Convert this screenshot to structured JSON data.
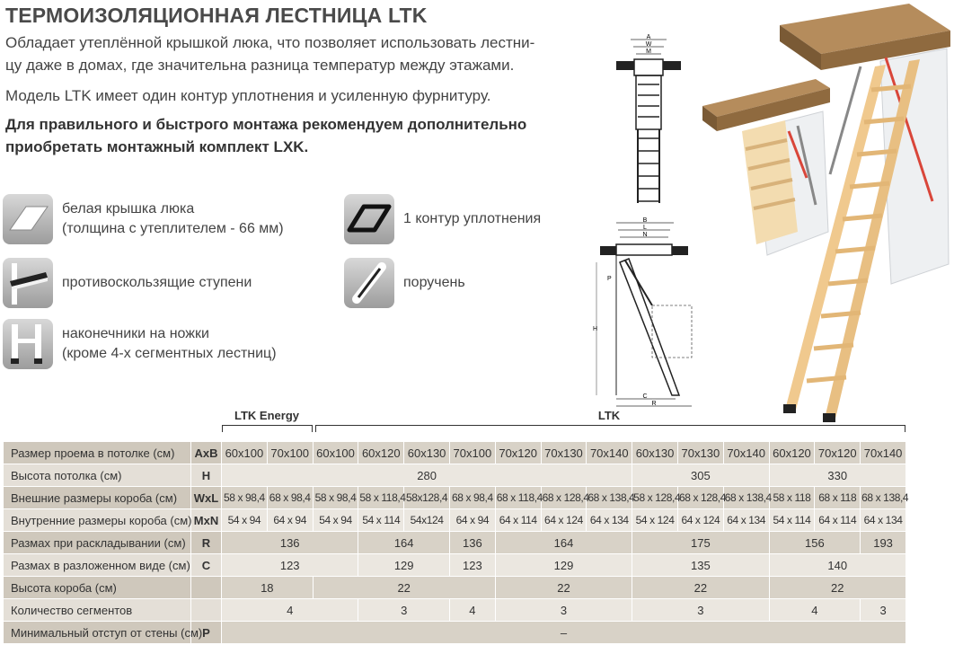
{
  "title": "ТЕРМОИЗОЛЯЦИОННАЯ ЛЕСТНИЦА LTK",
  "intro": {
    "line1": "Обладает утеплённой крышкой люка, что позволяет использовать лестни-",
    "line2": "цу даже в домах, где значительна разница температур между этажами.",
    "line3": "Модель LTK имеет один контур уплотнения и усиленную фурнитуру.",
    "line4": "Для правильного и быстрого монтажа рекомендуем дополнительно",
    "line5": "приобретать монтажный комплект LXK."
  },
  "features": [
    {
      "icon": "hatch-cover-icon",
      "line1": "белая крышка люка",
      "line2": "(толщина с утеплителем - 66 мм)"
    },
    {
      "icon": "seal-contour-icon",
      "line1": "1 контур уплотнения",
      "line2": ""
    },
    {
      "icon": "anti-slip-step-icon",
      "line1": "противоскользящие ступени",
      "line2": ""
    },
    {
      "icon": "handrail-icon",
      "line1": "поручень",
      "line2": ""
    },
    {
      "icon": "leg-tips-icon",
      "line1": "наконечники на ножки",
      "line2": "(кроме 4-х сегментных лестниц)"
    }
  ],
  "drawing_labels": {
    "top": [
      "A",
      "W",
      "M"
    ],
    "side": [
      "B",
      "L",
      "N",
      "P",
      "H",
      "C",
      "R"
    ]
  },
  "groups": {
    "energy": "LTK Energy",
    "ltk": "LTK"
  },
  "table": {
    "rows": [
      {
        "label": "Размер проема в потолке (см)",
        "sym": "AxB",
        "cells": [
          [
            "60x100",
            1
          ],
          [
            "70x100",
            1
          ],
          [
            "60x100",
            1
          ],
          [
            "60x120",
            1
          ],
          [
            "60x130",
            1
          ],
          [
            "70x100",
            1
          ],
          [
            "70x120",
            1
          ],
          [
            "70x130",
            1
          ],
          [
            "70x140",
            1
          ],
          [
            "60x130",
            1
          ],
          [
            "70x130",
            1
          ],
          [
            "70x140",
            1
          ],
          [
            "60x120",
            1
          ],
          [
            "70x120",
            1
          ],
          [
            "70x140",
            1
          ]
        ]
      },
      {
        "label": "Высота потолка (см)",
        "sym": "H",
        "cells": [
          [
            "280",
            9
          ],
          [
            "305",
            3
          ],
          [
            "330",
            3
          ]
        ]
      },
      {
        "label": "Внешние размеры короба (см)",
        "sym": "WxL",
        "cells": [
          [
            "58 x 98,4",
            1
          ],
          [
            "68 x 98,4",
            1
          ],
          [
            "58 x 98,4",
            1
          ],
          [
            "58 x 118,4",
            1
          ],
          [
            "58x128,4",
            1
          ],
          [
            "68 x 98,4",
            1
          ],
          [
            "68 x 118,4",
            1
          ],
          [
            "68 x 128,4",
            1
          ],
          [
            "68 x 138,4",
            1
          ],
          [
            "58 x 128,4",
            1
          ],
          [
            "68 x 128,4",
            1
          ],
          [
            "68 x 138,4",
            1
          ],
          [
            "58 x 118",
            1
          ],
          [
            "68 x 118",
            1
          ],
          [
            "68 x 138,4",
            1
          ]
        ]
      },
      {
        "label": "Внутренние размеры короба (см)",
        "sym": "MxN",
        "cells": [
          [
            "54 x 94",
            1
          ],
          [
            "64 x 94",
            1
          ],
          [
            "54 x 94",
            1
          ],
          [
            "54 x 114",
            1
          ],
          [
            "54x124",
            1
          ],
          [
            "64 x 94",
            1
          ],
          [
            "64 x 114",
            1
          ],
          [
            "64 x 124",
            1
          ],
          [
            "64 x 134",
            1
          ],
          [
            "54 x 124",
            1
          ],
          [
            "64 x 124",
            1
          ],
          [
            "64 x 134",
            1
          ],
          [
            "54 x 114",
            1
          ],
          [
            "64 x 114",
            1
          ],
          [
            "64 x 134",
            1
          ]
        ]
      },
      {
        "label": "Размах при раскладывании (см)",
        "sym": "R",
        "cells": [
          [
            "136",
            3
          ],
          [
            "164",
            2
          ],
          [
            "136",
            1
          ],
          [
            "164",
            3
          ],
          [
            "175",
            3
          ],
          [
            "156",
            2
          ],
          [
            "193",
            1
          ]
        ]
      },
      {
        "label": "Размах в разложенном виде (см)",
        "sym": "C",
        "cells": [
          [
            "123",
            3
          ],
          [
            "129",
            2
          ],
          [
            "123",
            1
          ],
          [
            "129",
            3
          ],
          [
            "135",
            3
          ],
          [
            "140",
            3
          ]
        ]
      },
      {
        "label": "Высота короба (см)",
        "sym": "",
        "cells": [
          [
            "18",
            2
          ],
          [
            "22",
            4
          ],
          [
            "22",
            3
          ],
          [
            "22",
            3
          ],
          [
            "22",
            3
          ]
        ]
      },
      {
        "label": "Количество сегментов",
        "sym": "",
        "cells": [
          [
            "4",
            3
          ],
          [
            "3",
            2
          ],
          [
            "4",
            1
          ],
          [
            "3",
            3
          ],
          [
            "3",
            3
          ],
          [
            "4",
            2
          ],
          [
            "3",
            1
          ]
        ]
      },
      {
        "label": "Минимальный отступ от стены (см)",
        "sym": "P",
        "cells": [
          [
            "–",
            15
          ]
        ]
      }
    ]
  }
}
